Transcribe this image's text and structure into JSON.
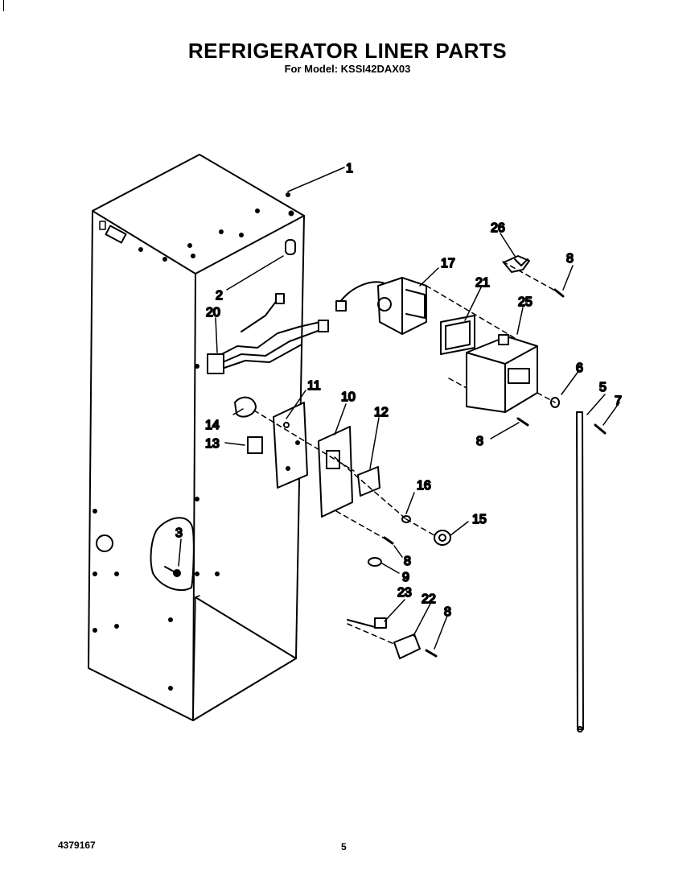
{
  "header": {
    "title": "REFRIGERATOR LINER PARTS",
    "subtitle": "For Model: KSSI42DAX03"
  },
  "footer": {
    "doc_number": "4379167",
    "page_number": "5"
  },
  "callouts": {
    "c1": "1",
    "c2": "2",
    "c3": "3",
    "c5": "5",
    "c6": "6",
    "c7": "7",
    "c8a": "8",
    "c8b": "8",
    "c8c": "8",
    "c8d": "8",
    "c9": "9",
    "c10": "10",
    "c11": "11",
    "c12": "12",
    "c13": "13",
    "c14": "14",
    "c15": "15",
    "c16": "16",
    "c17": "17",
    "c20": "20",
    "c21": "21",
    "c22": "22",
    "c23": "23",
    "c25": "25",
    "c26": "26"
  }
}
